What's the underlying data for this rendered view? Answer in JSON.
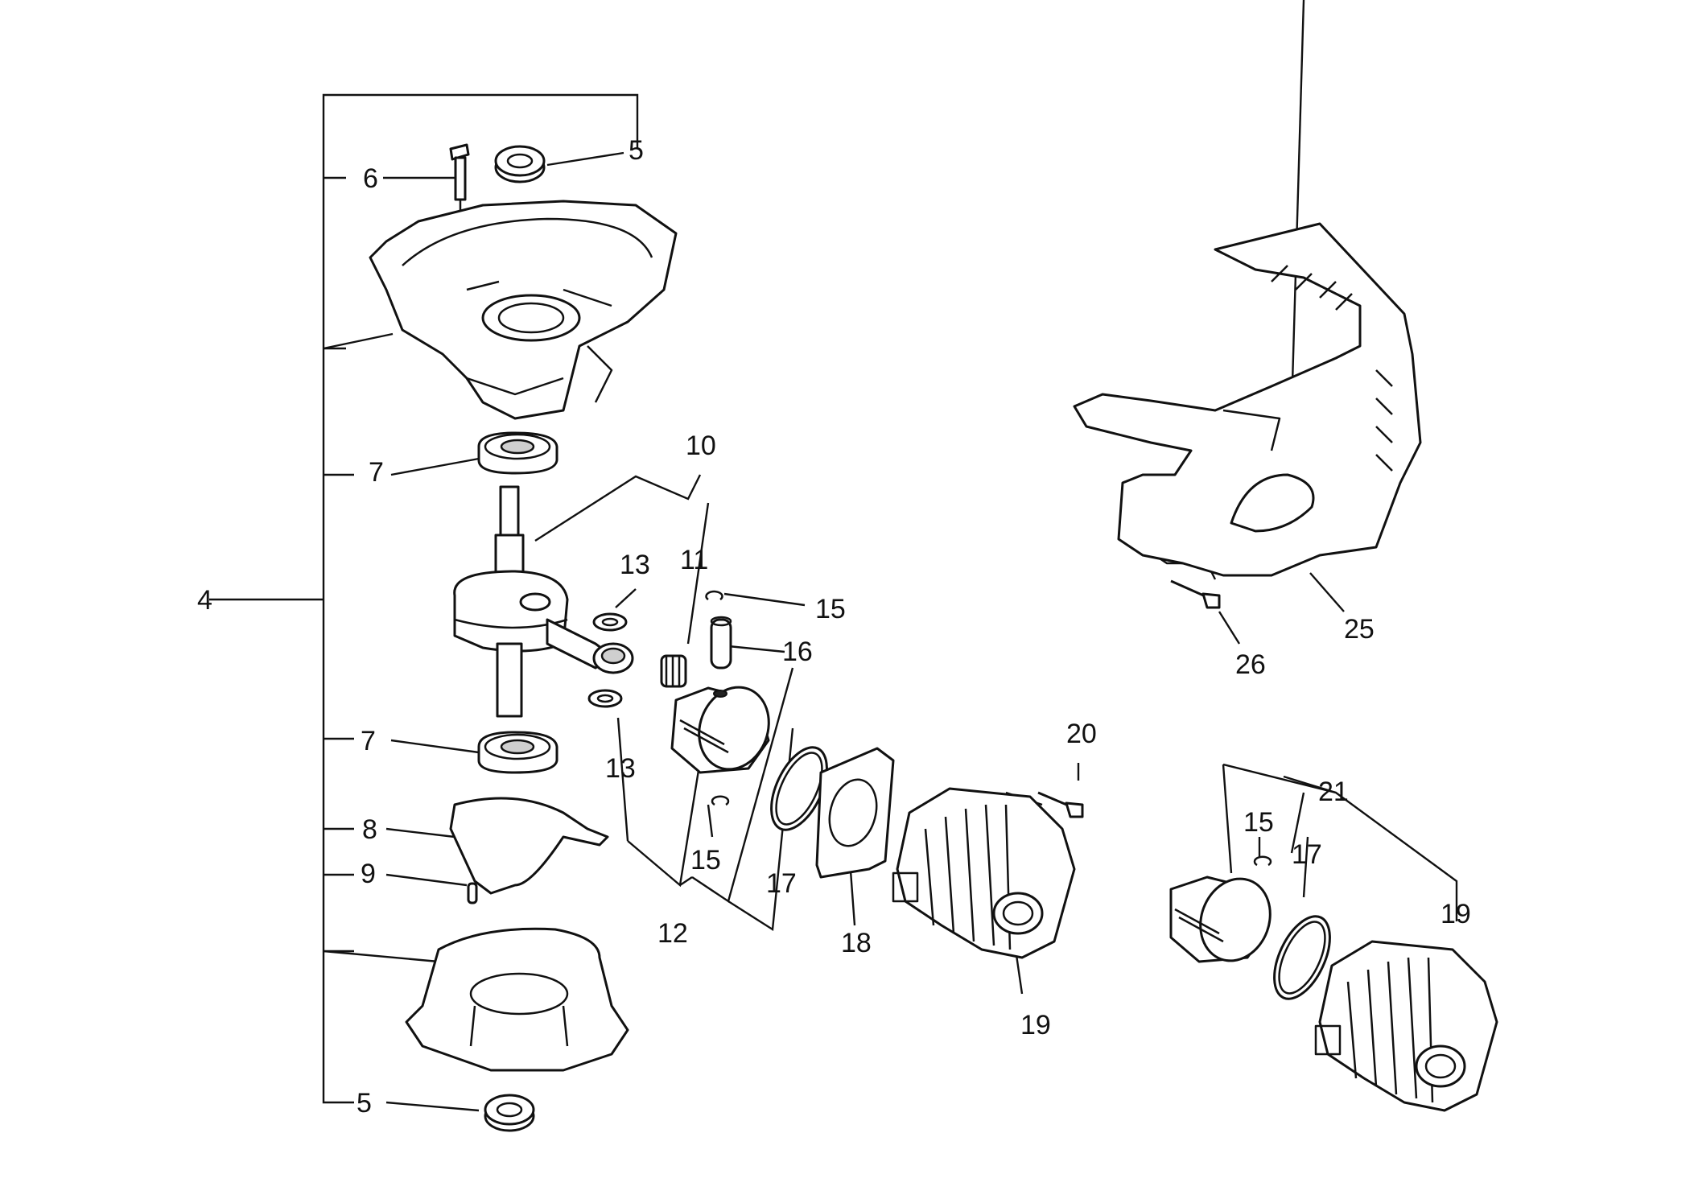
{
  "labels": {
    "l4": "4",
    "l5a": "5",
    "l5b": "5",
    "l6": "6",
    "l7a": "7",
    "l7b": "7",
    "l8": "8",
    "l9": "9",
    "l10": "10",
    "l11": "11",
    "l12": "12",
    "l13a": "13",
    "l13b": "13",
    "l15a": "15",
    "l15b": "15",
    "l15c": "15",
    "l16": "16",
    "l17a": "17",
    "l17b": "17",
    "l18": "18",
    "l19a": "19",
    "l19b": "19",
    "l20": "20",
    "l21": "21",
    "l25": "25",
    "l26": "26"
  }
}
